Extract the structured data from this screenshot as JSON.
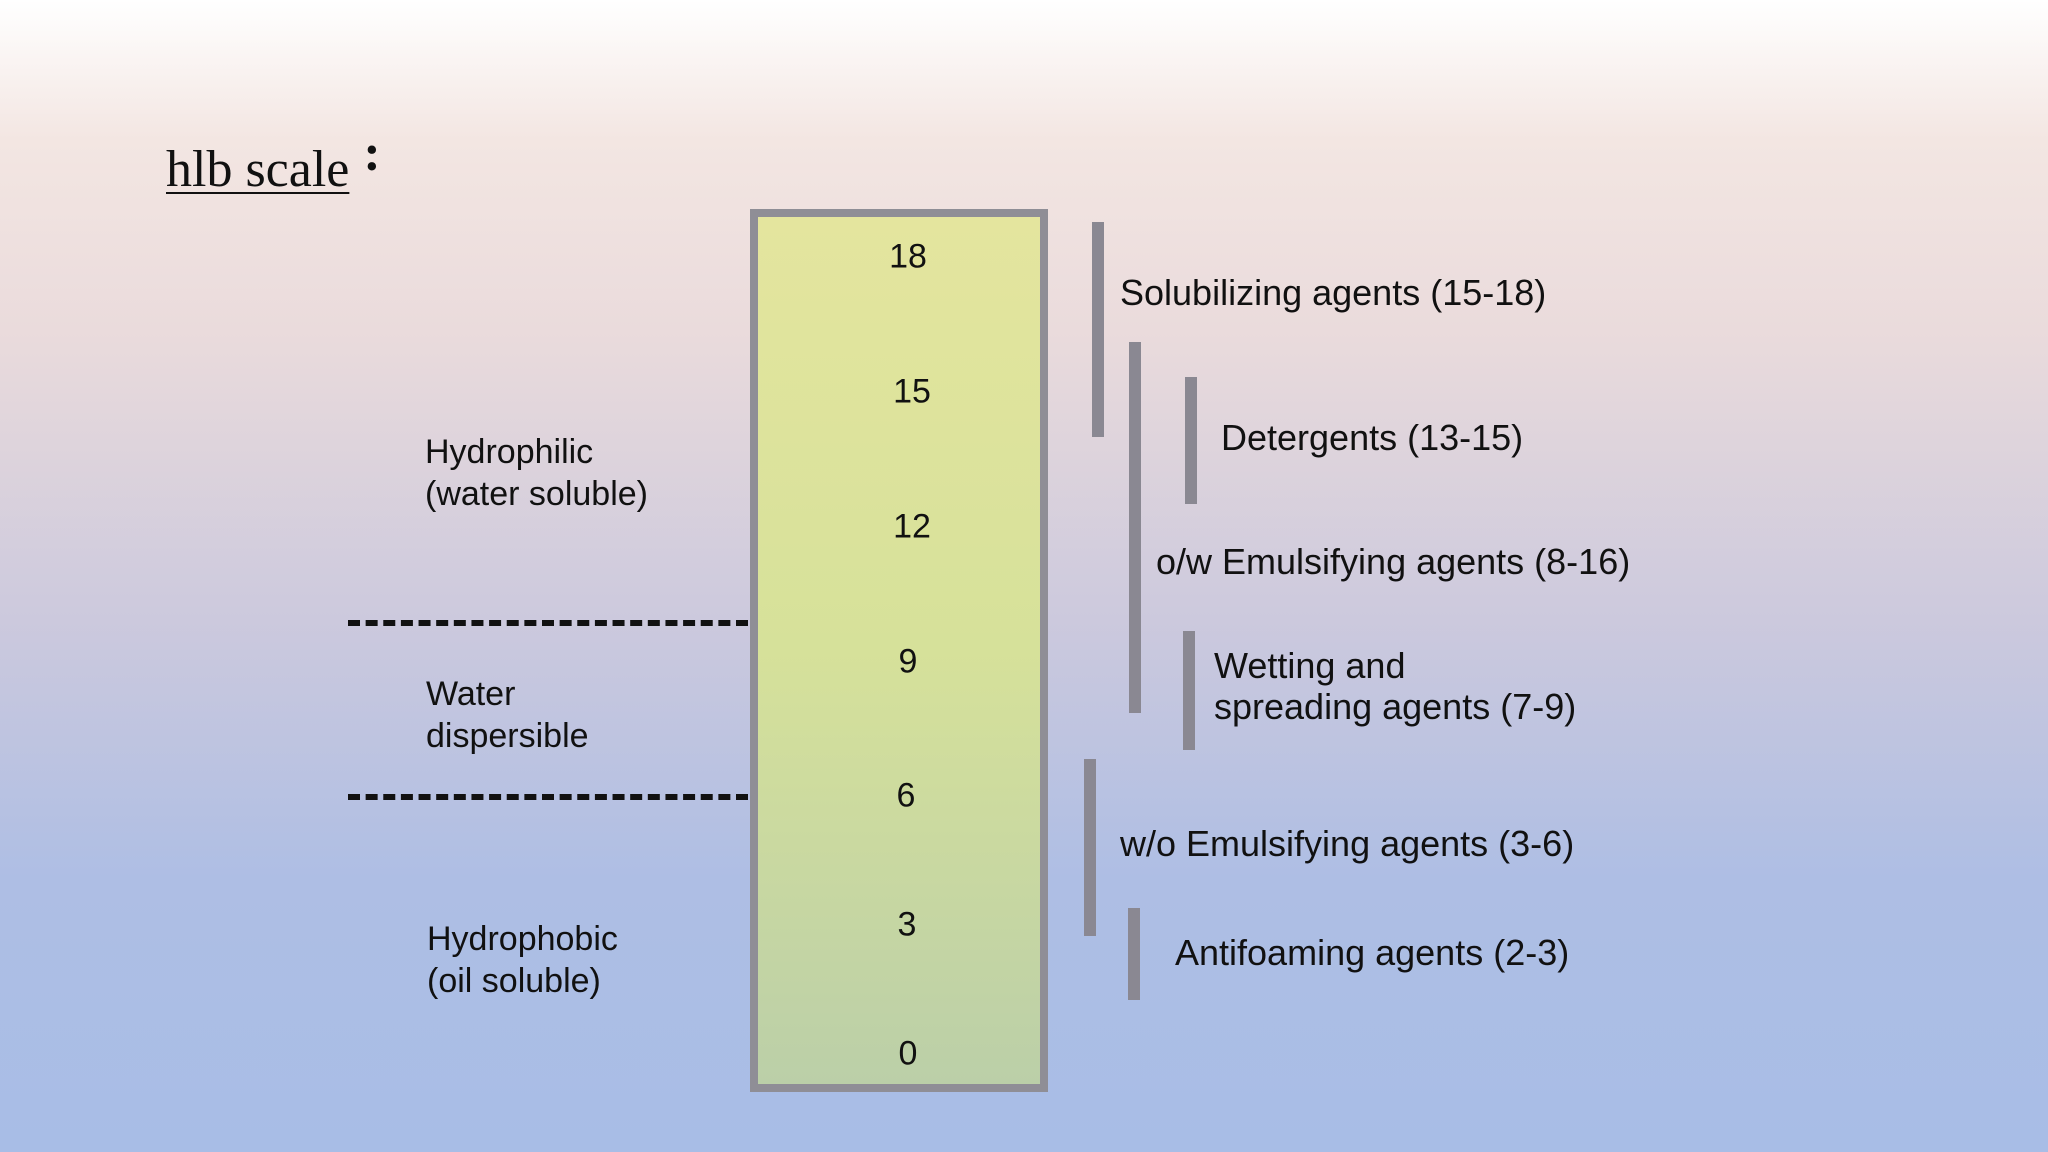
{
  "title": {
    "text": "hlb scale",
    "colon": ":"
  },
  "scale": {
    "ticks": [
      "18",
      "15",
      "12",
      "9",
      "6",
      "3",
      "0"
    ],
    "colors": {
      "top": "#e4e59e",
      "bottom": "#bbcfa8",
      "border": "#8f8e96"
    }
  },
  "regions": {
    "hydrophilic": {
      "line1": "Hydrophilic",
      "line2": "(water soluble)"
    },
    "water_dispersible": {
      "line1": "Water",
      "line2": "dispersible"
    },
    "hydrophobic": {
      "line1": "Hydrophobic",
      "line2": "(oil soluble)"
    }
  },
  "agents": {
    "solubilizing": "Solubilizing agents (15-18)",
    "detergents": "Detergents (13-15)",
    "ow_emulsifying": "o/w Emulsifying agents (8-16)",
    "wetting": {
      "line1": "Wetting and",
      "line2": "spreading agents (7-9)"
    },
    "wo_emulsifying": "w/o Emulsifying agents (3-6)",
    "antifoaming": "Antifoaming agents (2-3)"
  }
}
